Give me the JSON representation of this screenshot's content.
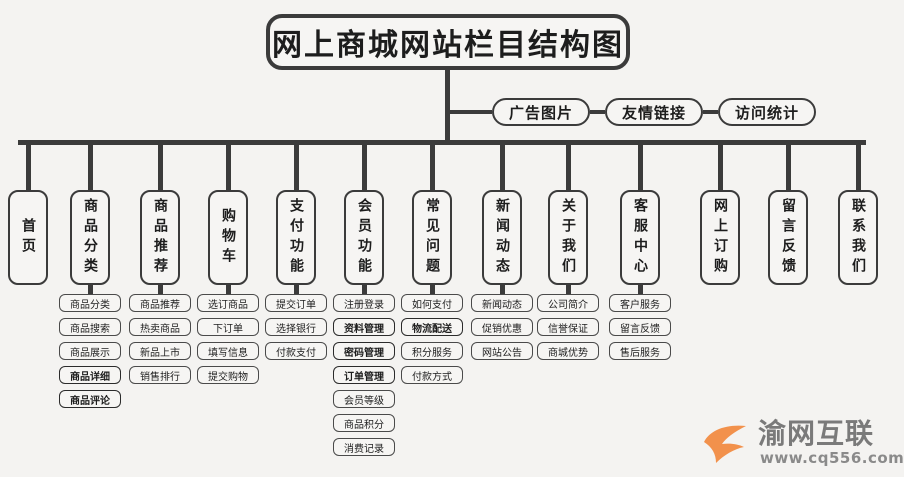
{
  "diagram": {
    "title": "网上商城网站栏目结构图",
    "side_nodes": [
      {
        "label": "广告图片"
      },
      {
        "label": "友情链接"
      },
      {
        "label": "访问统计"
      }
    ],
    "columns": [
      {
        "label": "首页",
        "children": []
      },
      {
        "label": "商品分类",
        "children": [
          {
            "label": "商品分类",
            "emphasis": false
          },
          {
            "label": "商品搜索",
            "emphasis": false
          },
          {
            "label": "商品展示",
            "emphasis": false
          },
          {
            "label": "商品详细",
            "emphasis": true
          },
          {
            "label": "商品评论",
            "emphasis": true
          }
        ]
      },
      {
        "label": "商品推荐",
        "children": [
          {
            "label": "商品推荐",
            "emphasis": false
          },
          {
            "label": "热卖商品",
            "emphasis": false
          },
          {
            "label": "新品上市",
            "emphasis": false
          },
          {
            "label": "销售排行",
            "emphasis": false
          }
        ]
      },
      {
        "label": "购物车",
        "children": [
          {
            "label": "选订商品",
            "emphasis": false
          },
          {
            "label": "下订单",
            "emphasis": false
          },
          {
            "label": "填写信息",
            "emphasis": false
          },
          {
            "label": "提交购物",
            "emphasis": false
          }
        ]
      },
      {
        "label": "支付功能",
        "children": [
          {
            "label": "提交订单",
            "emphasis": false
          },
          {
            "label": "选择银行",
            "emphasis": false
          },
          {
            "label": "付款支付",
            "emphasis": false
          }
        ]
      },
      {
        "label": "会员功能",
        "children": [
          {
            "label": "注册登录",
            "emphasis": false
          },
          {
            "label": "资料管理",
            "emphasis": true
          },
          {
            "label": "密码管理",
            "emphasis": true
          },
          {
            "label": "订单管理",
            "emphasis": true
          },
          {
            "label": "会员等级",
            "emphasis": false
          },
          {
            "label": "商品积分",
            "emphasis": false
          },
          {
            "label": "消费记录",
            "emphasis": false
          }
        ]
      },
      {
        "label": "常见问题",
        "children": [
          {
            "label": "如何支付",
            "emphasis": false
          },
          {
            "label": "物流配送",
            "emphasis": true
          },
          {
            "label": "积分服务",
            "emphasis": false
          },
          {
            "label": "付款方式",
            "emphasis": false
          }
        ]
      },
      {
        "label": "新闻动态",
        "children": [
          {
            "label": "新闻动态",
            "emphasis": false
          },
          {
            "label": "促销优惠",
            "emphasis": false
          },
          {
            "label": "网站公告",
            "emphasis": false
          }
        ]
      },
      {
        "label": "关于我们",
        "children": [
          {
            "label": "公司简介",
            "emphasis": false
          },
          {
            "label": "信誉保证",
            "emphasis": false
          },
          {
            "label": "商城优势",
            "emphasis": false
          }
        ]
      },
      {
        "label": "客服中心",
        "children": [
          {
            "label": "客户服务",
            "emphasis": false
          },
          {
            "label": "留言反馈",
            "emphasis": false
          },
          {
            "label": "售后服务",
            "emphasis": false
          }
        ]
      },
      {
        "label": "网上订购",
        "children": []
      },
      {
        "label": "留言反馈",
        "children": []
      },
      {
        "label": "联系我们",
        "children": []
      }
    ]
  },
  "logo": {
    "name": "渝网互联",
    "url": "www.cq556.com",
    "color": "#f2914c"
  }
}
